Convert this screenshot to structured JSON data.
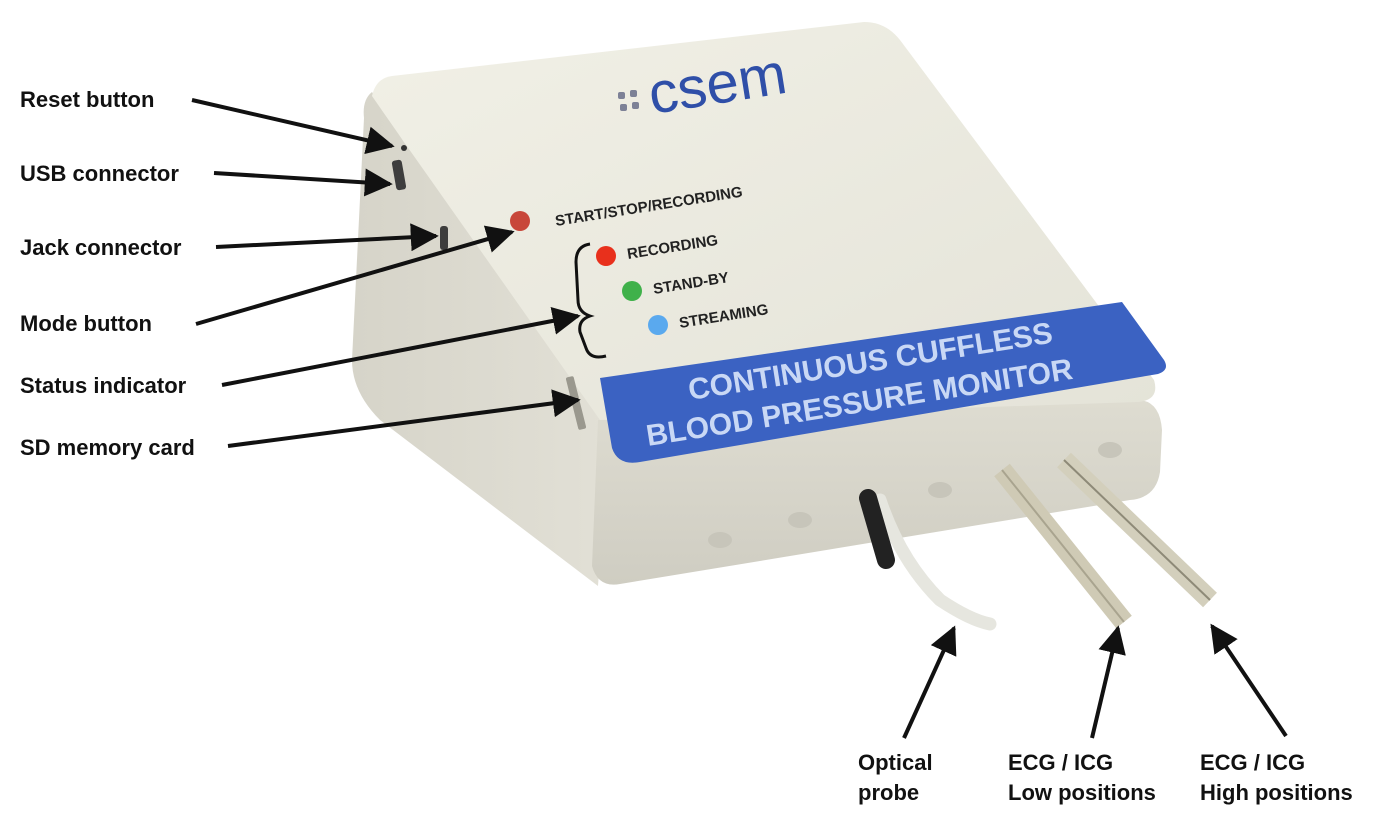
{
  "brand": {
    "logo_text": "csem"
  },
  "device": {
    "start_button_label": "START/STOP/RECORDING",
    "status_leds": [
      {
        "label": "RECORDING",
        "color": "#e8301c"
      },
      {
        "label": "STAND-BY",
        "color": "#3fb14a"
      },
      {
        "label": "STREAMING",
        "color": "#5aa9ee"
      }
    ],
    "banner": {
      "line1": "CONTINUOUS CUFFLESS",
      "line2": "BLOOD PRESSURE MONITOR"
    },
    "button_led_color": "#c8473a"
  },
  "callouts_left": [
    {
      "id": "reset",
      "label": "Reset button"
    },
    {
      "id": "usb",
      "label": "USB connector"
    },
    {
      "id": "jack",
      "label": "Jack connector"
    },
    {
      "id": "mode",
      "label": "Mode button"
    },
    {
      "id": "status",
      "label": "Status indicator"
    },
    {
      "id": "sd",
      "label": "SD memory card"
    }
  ],
  "callouts_bottom": [
    {
      "id": "optical",
      "lines": [
        "Optical",
        "probe"
      ]
    },
    {
      "id": "ecg-low",
      "lines": [
        "ECG / ICG",
        "Low positions"
      ]
    },
    {
      "id": "ecg-high",
      "lines": [
        "ECG / ICG",
        "High positions"
      ]
    }
  ],
  "colors": {
    "case_top": "#ecebe0",
    "case_side": "#dcdbd0",
    "banner": "#3b62c2",
    "banner_text": "#c9d8f5",
    "logo": "#2f4fa8",
    "arrow": "#111111"
  }
}
